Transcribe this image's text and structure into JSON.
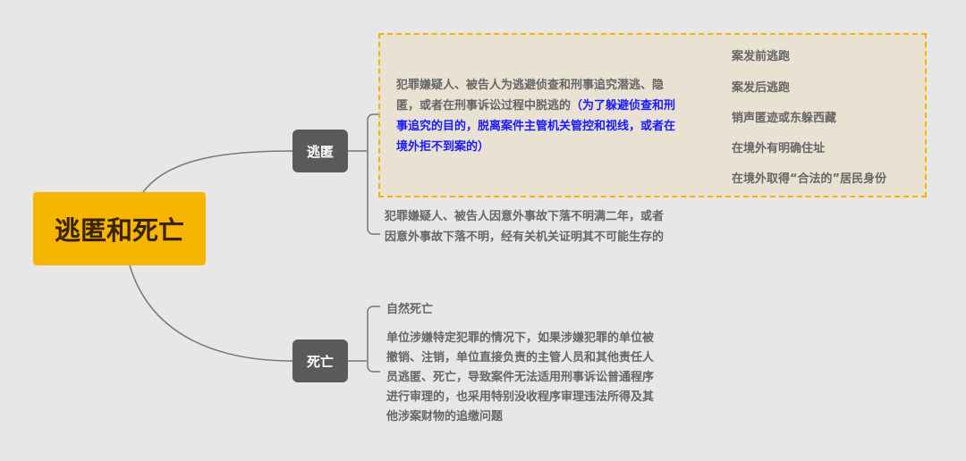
{
  "root": {
    "label": "逃匿和死亡"
  },
  "branches": [
    {
      "label": "逃匿",
      "definition": {
        "text": "犯罪嫌疑人、被告人为逃避侦查和刑事追究潜逃、隐匿，或者在刑事诉讼过程中脱逃的",
        "note": "（为了躲避侦查和刑事追究的目的，脱离案件主管机关管控和视线，或者在境外拒不到案的）"
      },
      "types": [
        "案发前逃跑",
        "案发后逃跑",
        "销声匿迹或东躲西藏",
        "在境外有明确住址",
        "在境外取得“合法的”居民身份"
      ],
      "second": "犯罪嫌疑人、被告人因意外事故下落不明满二年，或者因意外事故下落不明，经有关机关证明其不可能生存的"
    },
    {
      "label": "死亡",
      "items": [
        "自然死亡",
        "单位涉嫌特定犯罪的情况下，如果涉嫌犯罪的单位被撤销、注销，单位直接负责的主管人员和其他责任人员逃匿、死亡，导致案件无法适用刑事诉讼普通程序进行审理的，也采用特别没收程序审理违法所得及其他涉案财物的追缴问题"
      ]
    }
  ],
  "colors": {
    "root": "#f6b600",
    "node": "#5a5a5a",
    "highlight": "#1a1aff",
    "dashed_border": "#f5b400"
  }
}
